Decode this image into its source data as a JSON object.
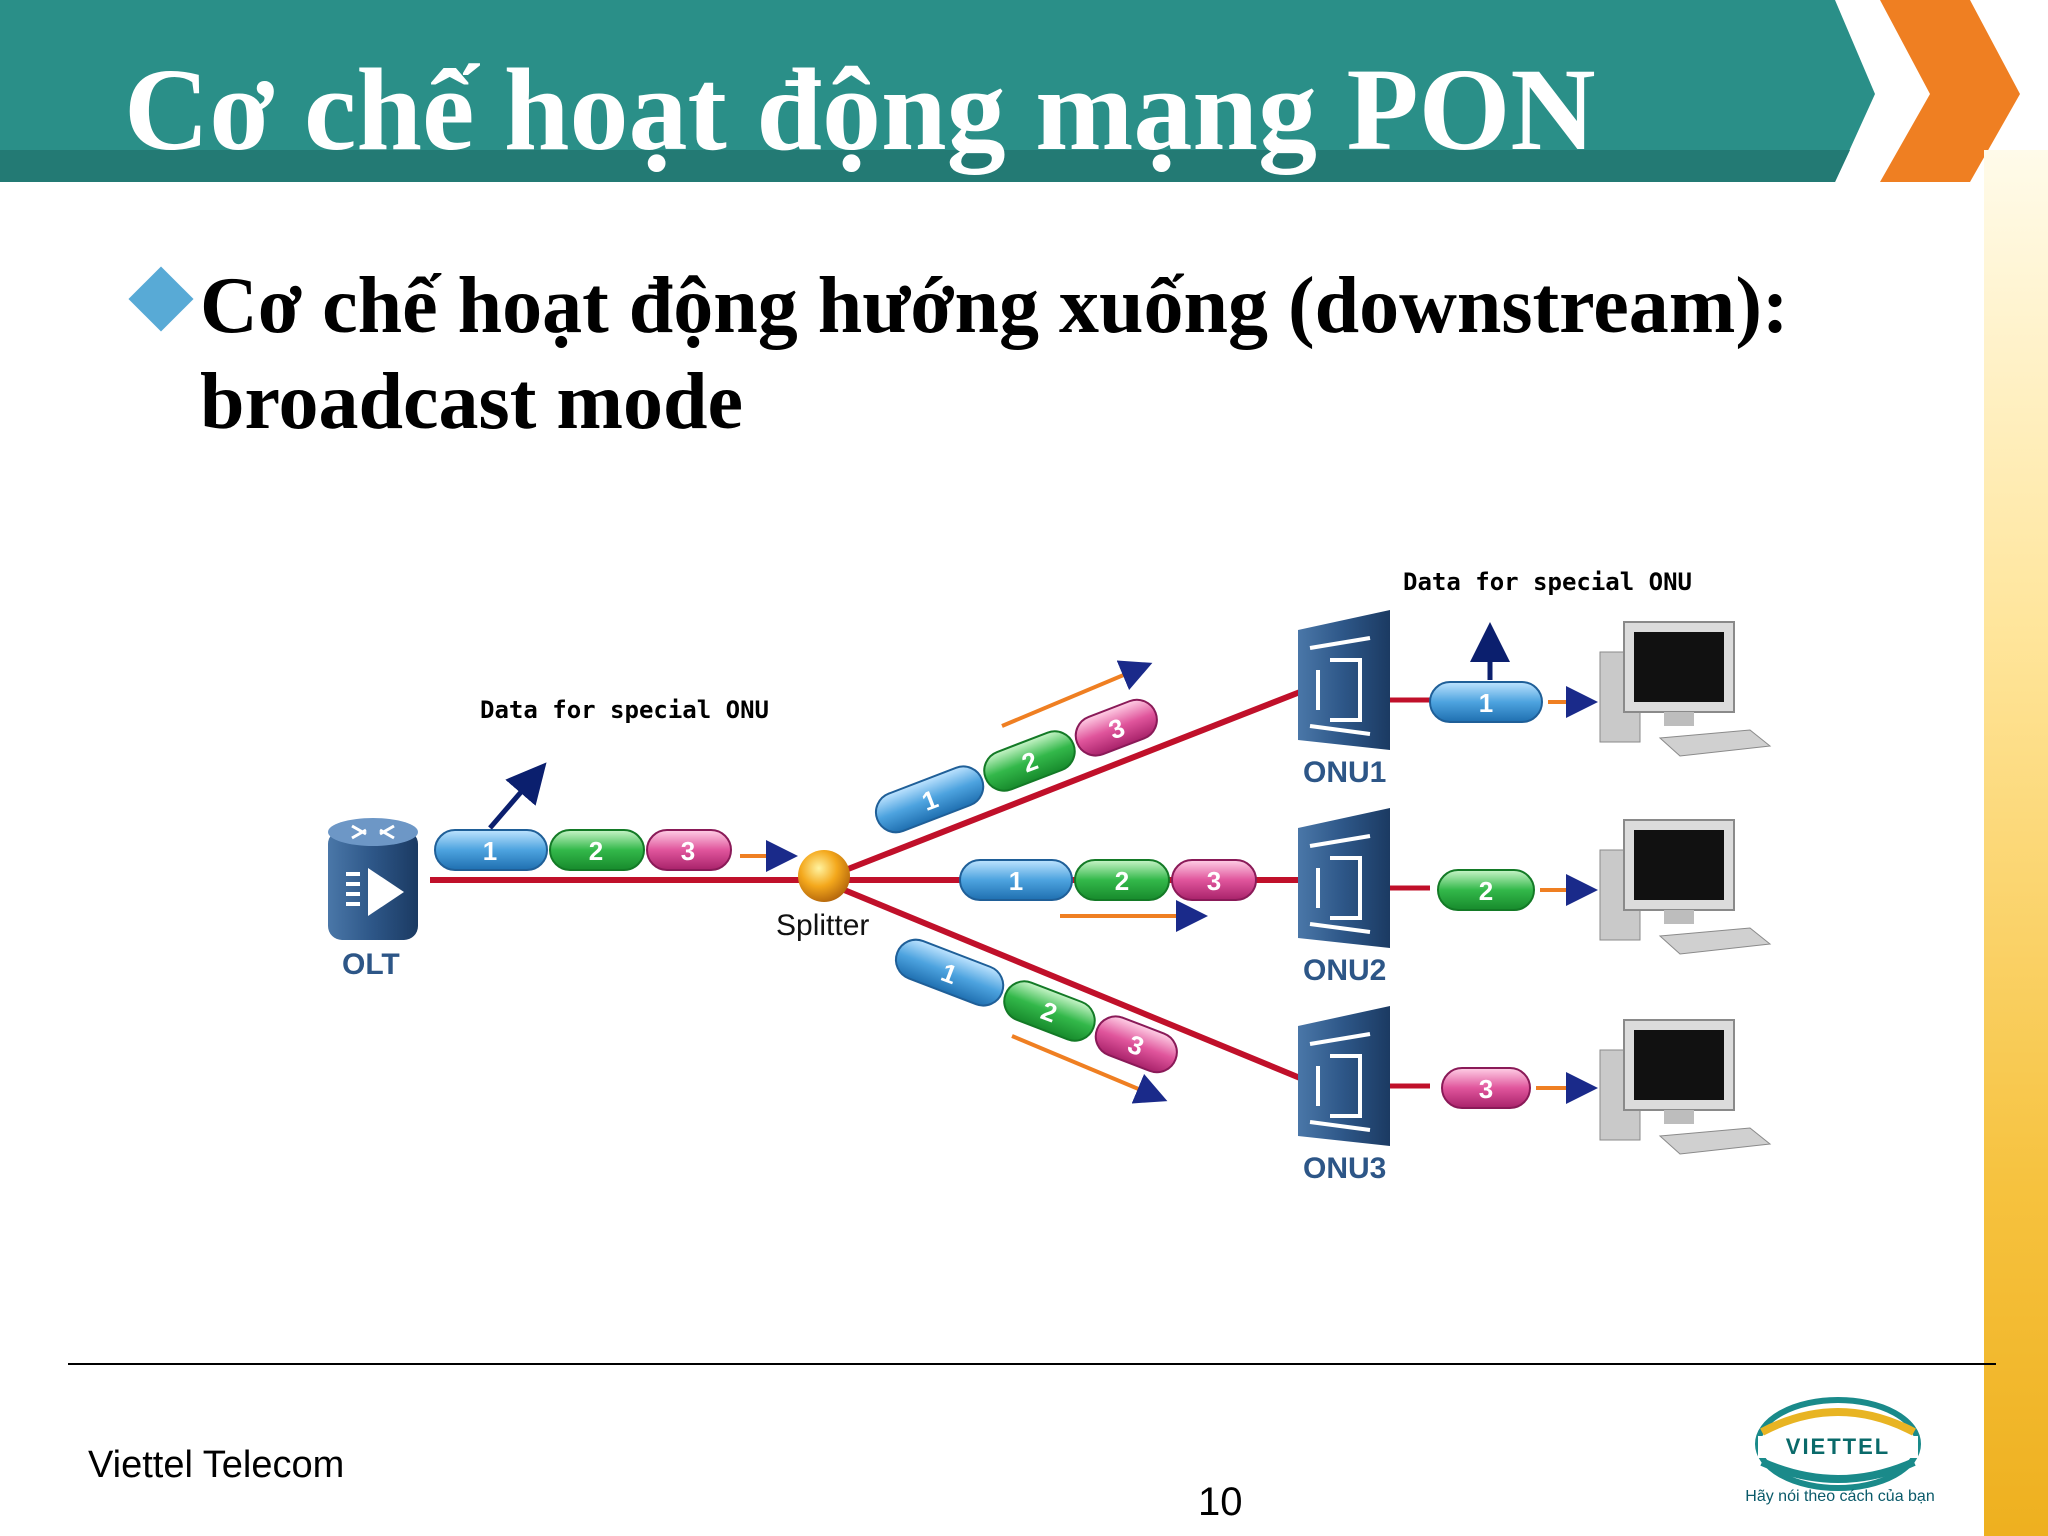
{
  "slide": {
    "title": "Cơ chế hoạt động mạng PON",
    "bullet_line1": "Cơ chế hoạt động hướng xuống (downstream):",
    "bullet_line2": "broadcast mode"
  },
  "diagram": {
    "olt_label": "OLT",
    "splitter_label": "Splitter",
    "onu_labels": [
      "ONU1",
      "ONU2",
      "ONU3"
    ],
    "data_note": "Data for special ONU",
    "packet_numbers": [
      "1",
      "2",
      "3"
    ]
  },
  "footer": {
    "company": "Viettel Telecom",
    "page_number": "10",
    "logo_tagline": "Hãy nói theo cách của bạn"
  },
  "colors": {
    "header_teal": "#2a8f88",
    "chevron_orange": "#ef7f22",
    "bullet_blue": "#58aad6",
    "packet_blue": "#4da3df",
    "packet_green": "#33b84a",
    "packet_pink": "#e0559c",
    "fiber_red": "#c0102a",
    "arrow_navy": "#0b1f6e"
  }
}
